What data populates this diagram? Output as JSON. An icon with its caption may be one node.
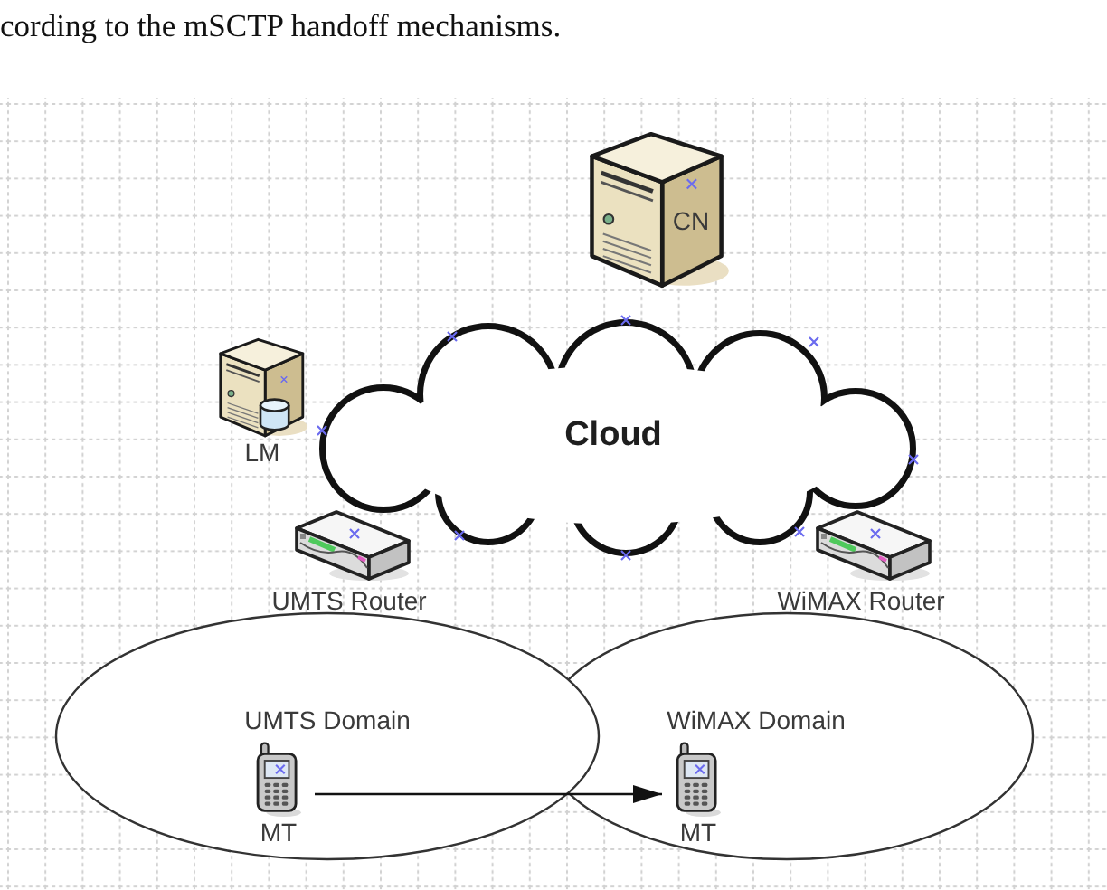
{
  "diagram": {
    "nodes": [
      {
        "text": [
          "CN"
        ]
      },
      {
        "text": [
          "LM"
        ]
      },
      {
        "text": [
          "Cloud"
        ]
      },
      {
        "text": [
          "UMTS Router"
        ]
      },
      {
        "text": [
          "WiMAX Router"
        ]
      },
      {
        "text": [
          "UMTS Domain"
        ]
      },
      {
        "text": [
          "MT"
        ],
        "in": 5
      },
      {
        "text": [
          "WiMAX Domain"
        ]
      },
      {
        "text": [
          "MT"
        ],
        "in": 7
      }
    ],
    "edges": [
      {
        "from": 6,
        "to": 8,
        "arrow": "to"
      }
    ],
    "labels": [
      "cording to the mSCTP handoff mechanisms."
    ]
  }
}
